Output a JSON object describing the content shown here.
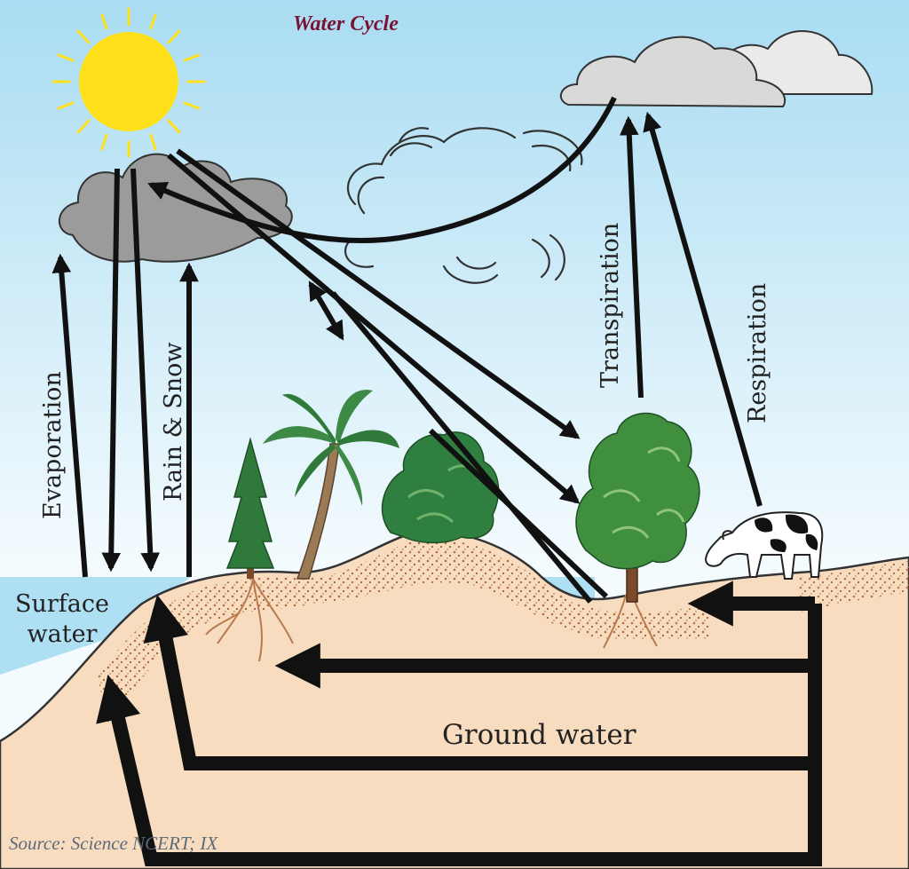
{
  "title": "Water Cycle",
  "labels": {
    "evaporation": "Evaporation",
    "rain_snow": "Rain & Snow",
    "transpiration": "Transpiration",
    "respiration": "Respiration",
    "surface_water": "Surface water",
    "ground_water": "Ground water"
  },
  "source": "Source: Science NCERT; IX",
  "colors": {
    "sky_top": "#a9dcf2",
    "sky_bottom": "#f4fbfe",
    "ground": "#f7dcc0",
    "soil": "#b3622f",
    "water": "#aedff3",
    "sun": "#ffe01a",
    "title": "#7a1233",
    "arrow": "#111111"
  },
  "icons": [
    "sun-icon",
    "rain-cloud-icon",
    "white-cloud-icon",
    "wind-cloud-icon",
    "pine-tree-icon",
    "palm-tree-icon",
    "bush-tree-icon",
    "leafy-tree-icon",
    "cow-icon"
  ]
}
